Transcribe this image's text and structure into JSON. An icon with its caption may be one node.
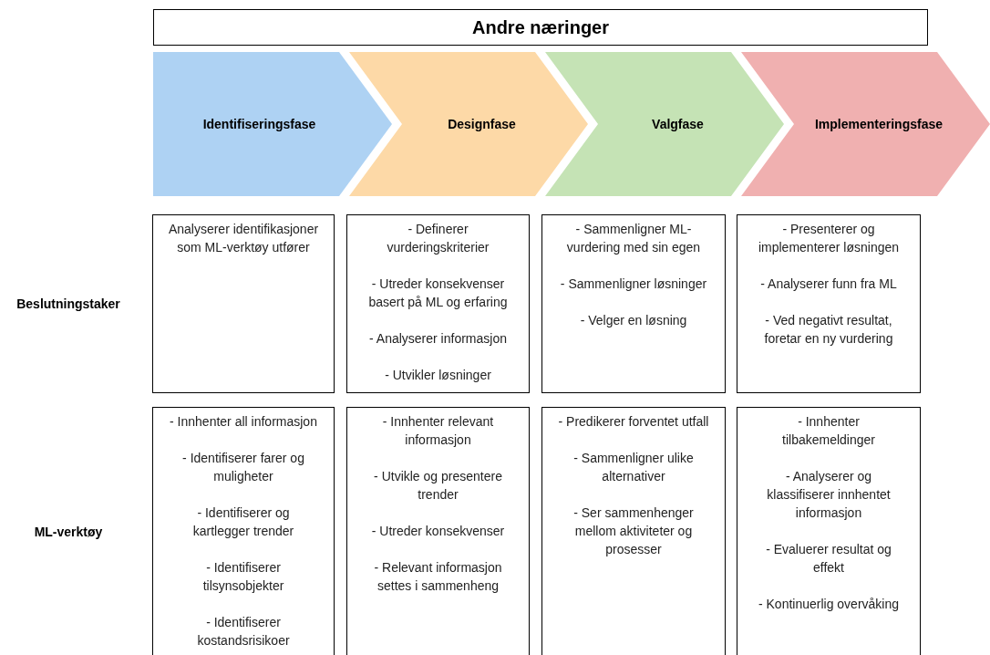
{
  "diagram": {
    "nodes": [
      {
        "text": [
          "Andre næringer"
        ]
      },
      {
        "text": [
          "Identifiseringsfase"
        ]
      },
      {
        "text": [
          "Designfase"
        ]
      },
      {
        "text": [
          "Valgfase"
        ]
      },
      {
        "text": [
          "Implementeringsfase"
        ]
      },
      {
        "text": [
          "Analyserer identifikasjoner som ML-verktøy utfører"
        ]
      },
      {
        "text": [
          "- Definerer vurderingskriterier",
          "- Utreder konsekvenser basert på ML og erfaring",
          "- Analyserer informasjon",
          "- Utvikler løsninger"
        ]
      },
      {
        "text": [
          "- Sammenligner ML-vurdering med sin egen",
          "- Sammenligner løsninger",
          "- Velger en løsning"
        ]
      },
      {
        "text": [
          "- Presenterer og implementerer løsningen",
          "- Analyserer funn fra ML",
          "- Ved negativt resultat, foretar en ny vurdering"
        ]
      },
      {
        "text": [
          "- Innhenter all informasjon",
          "- Identifiserer farer og muligheter",
          "- Identifiserer og kartlegger trender",
          "- Identifiserer tilsynsobjekter",
          "- Identifiserer kostandsrisikoer"
        ]
      },
      {
        "text": [
          "- Innhenter relevant informasjon",
          "- Utvikle og presentere trender",
          "- Utreder konsekvenser",
          "- Relevant informasjon settes i sammenheng"
        ]
      },
      {
        "text": [
          "- Predikerer forventet utfall",
          "- Sammenligner ulike alternativer",
          "- Ser sammenhenger mellom aktiviteter og prosesser"
        ]
      },
      {
        "text": [
          "- Innhenter tilbakemeldinger",
          "- Analyserer og klassifiserer innhentet informasjon",
          "- Evaluerer resultat og effekt",
          "- Kontinuerlig overvåking"
        ]
      }
    ],
    "labels": [
      "Beslutningstaker",
      "ML-verktøy"
    ]
  }
}
